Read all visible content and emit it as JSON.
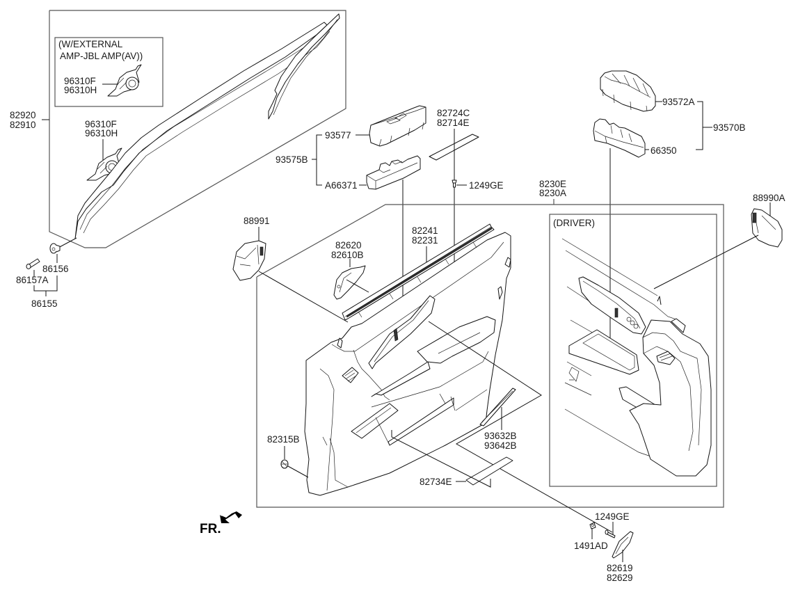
{
  "title": "Front Door Trim Parts Diagram",
  "notes": {
    "external_amp_line1": "(W/EXTERNAL",
    "external_amp_line2": "AMP-JBL AMP(AV))",
    "driver": "(DRIVER)",
    "front_indicator": "FR."
  },
  "labels": {
    "p82920": "82920",
    "p82910": "82910",
    "p96310F_a": "96310F",
    "p96310H_a": "96310H",
    "p96310F_b": "96310F",
    "p96310H_b": "96310H",
    "p86156": "86156",
    "p86157A": "86157A",
    "p86155": "86155",
    "p93577": "93577",
    "p93575B": "93575B",
    "pA66371": "A66371",
    "p82724C": "82724C",
    "p82714E": "82714E",
    "p1249GE_top": "1249GE",
    "p8230E": "8230E",
    "p8230A": "8230A",
    "p93572A": "93572A",
    "p93570B": "93570B",
    "p66350": "66350",
    "p88990A": "88990A",
    "p88991": "88991",
    "p82620": "82620",
    "p82610B": "82610B",
    "p82241": "82241",
    "p82231": "82231",
    "p82315B": "82315B",
    "p93632B": "93632B",
    "p93642B": "93642B",
    "p82734E": "82734E",
    "p1249GE_bottom": "1249GE",
    "p1491AD": "1491AD",
    "p82619": "82619",
    "p82629": "82629"
  }
}
